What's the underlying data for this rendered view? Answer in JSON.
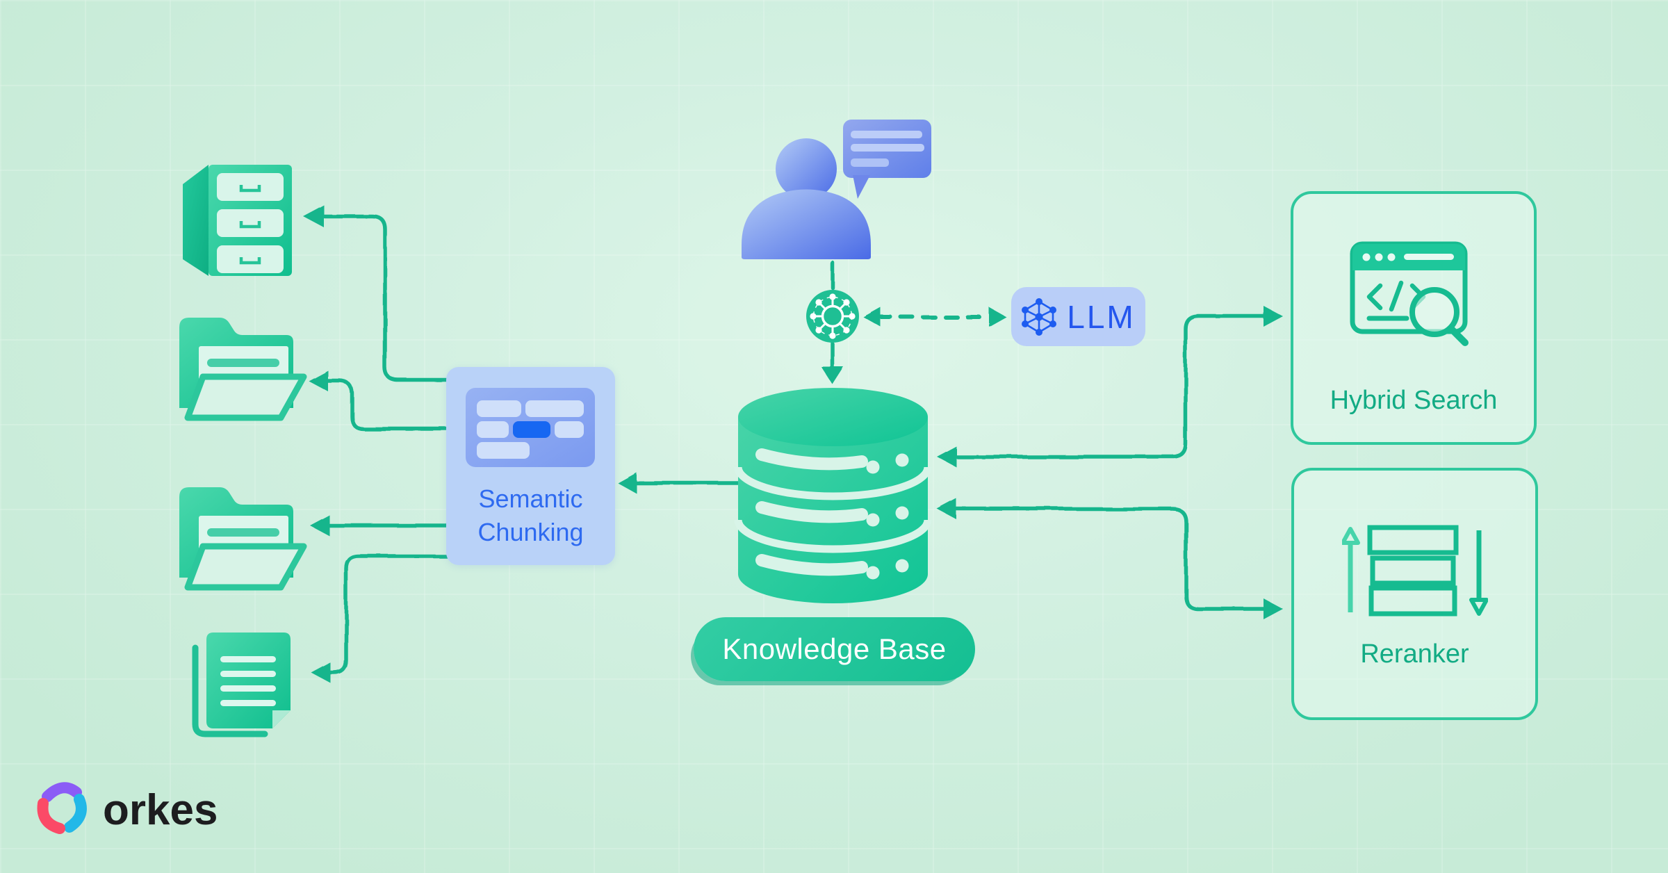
{
  "diagram": {
    "user": {
      "icon": "user-avatar-icon",
      "bubble_icon": "chat-bubble-icon"
    },
    "gateway": {
      "icon": "orchestration-hub-icon"
    },
    "llm": {
      "label": "LLM",
      "icon": "neural-network-icon"
    },
    "knowledge_base": {
      "label": "Knowledge Base",
      "icon": "database-icon"
    },
    "semantic_chunking": {
      "label": "Semantic Chunking",
      "icon": "chunked-blocks-icon"
    },
    "hybrid_search": {
      "label": "Hybrid Search",
      "icon": "code-search-browser-icon"
    },
    "reranker": {
      "label": "Reranker",
      "icon": "reorder-list-icon"
    },
    "sources": {
      "file_cabinet": "file-cabinet-icon",
      "folder_top": "open-folder-icon",
      "folder_bottom": "open-folder-icon",
      "documents": "document-stack-icon"
    }
  },
  "brand": {
    "name": "orkes",
    "logo_icon": "orkes-logo"
  },
  "colors": {
    "background": "#cdeedd",
    "arrow_green": "#12b58c",
    "box_border_green": "#2fc89d",
    "green_text": "#12ab84",
    "panel_blue": "#b9d2f8",
    "blue_text": "#2e6af0",
    "llm_blue": "#2456ee",
    "pill_green": "#1ec79b",
    "chunk_highlight_blue": "#1767f2",
    "logo_purple": "#8b5cf6",
    "logo_pink": "#fb4a67",
    "logo_cyan": "#22b8e8",
    "brand_text": "#1d1d1f"
  }
}
